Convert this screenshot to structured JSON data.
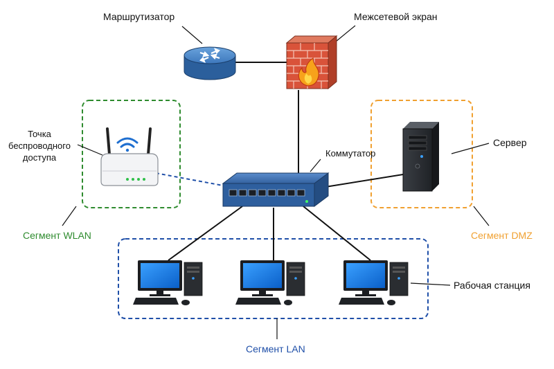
{
  "labels": {
    "router": "Маршрутизатор",
    "firewall": "Межсетевой экран",
    "switch": "Коммутатор",
    "server": "Сервер",
    "workstation": "Рабочая станция",
    "access_point_line1": "Точка",
    "access_point_line2": "беспроводного",
    "access_point_line3": "доступа"
  },
  "segments": {
    "wlan": {
      "label": "Сегмент WLAN",
      "color": "#2e8b2e"
    },
    "dmz": {
      "label": "Сегмент DMZ",
      "color": "#f0a030"
    },
    "lan": {
      "label": "Сегмент LAN",
      "color": "#1f4fa8"
    }
  },
  "colors": {
    "router": "#2f6db0",
    "firewall_brick": "#d9533a",
    "switch": "#2e5f9e",
    "wifi_signal": "#1f6fd0",
    "link": "#111111"
  }
}
